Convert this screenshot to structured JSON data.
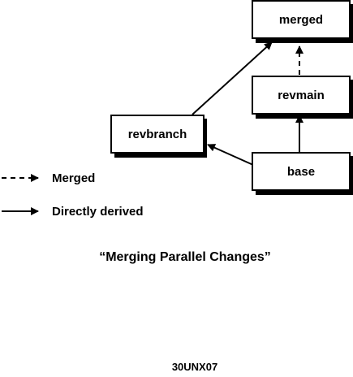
{
  "nodes": {
    "merged": "merged",
    "revmain": "revmain",
    "revbranch": "revbranch",
    "base": "base"
  },
  "legend": {
    "merged": "Merged",
    "derived": "Directly derived"
  },
  "caption": "“Merging Parallel Changes”",
  "figure_id": "30UNX07"
}
